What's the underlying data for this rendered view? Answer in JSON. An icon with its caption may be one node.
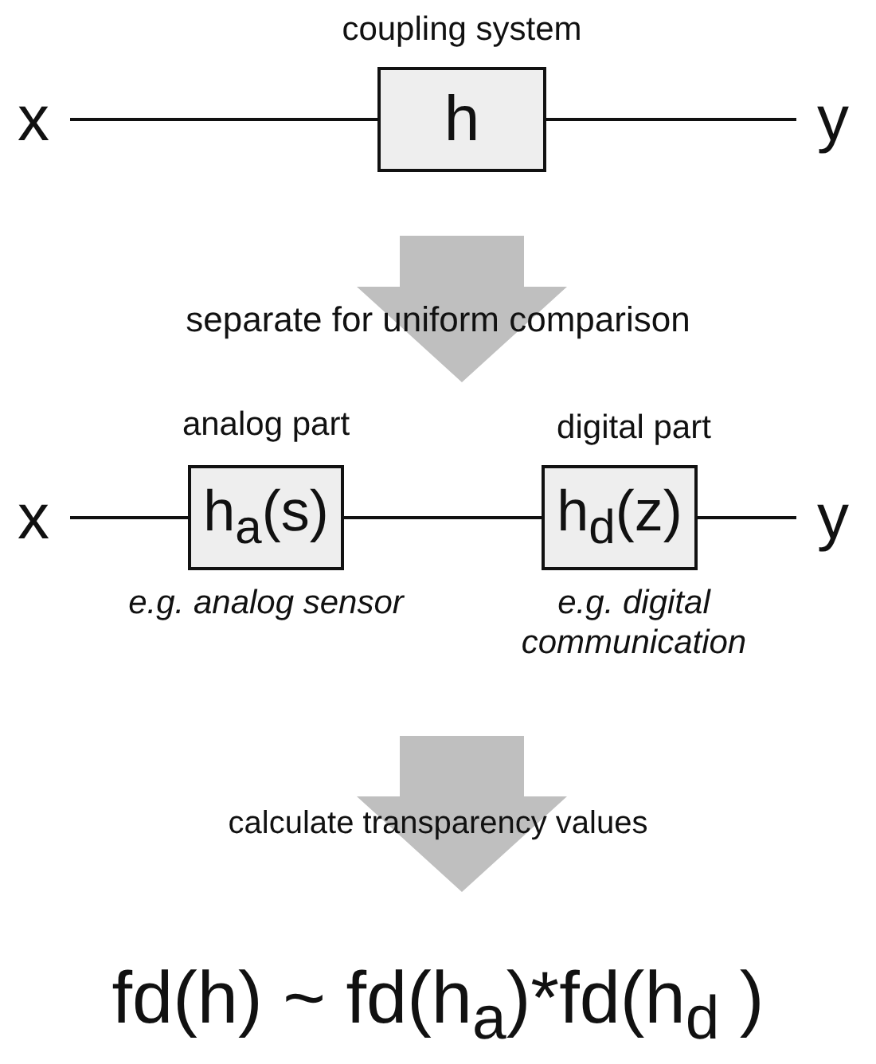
{
  "diagram": {
    "nodes": [
      {
        "text": [
          "x"
        ]
      },
      {
        "text": [
          "h"
        ],
        "beside": [
          "coupling system"
        ]
      },
      {
        "text": [
          "y"
        ]
      },
      {
        "text": [
          "x"
        ]
      },
      {
        "text": [
          "h$_{a}$(s)"
        ],
        "beside": [
          "analog part",
          "e.g. analog sensor"
        ]
      },
      {
        "text": [
          "h$_{d}$(z)"
        ],
        "beside": [
          "digital part",
          "e.g. digital communication"
        ]
      },
      {
        "text": [
          "y"
        ]
      },
      {
        "text": [
          "fd(h) ~ fd(h$_{a}$)*fd(h$_{d}$ )"
        ]
      }
    ],
    "edges": [
      {
        "from": 0,
        "to": 1,
        "arrow": "none"
      },
      {
        "from": 1,
        "to": 2,
        "arrow": "none"
      },
      {
        "from": 3,
        "to": 4,
        "arrow": "none"
      },
      {
        "from": 4,
        "to": 5,
        "arrow": "none"
      },
      {
        "from": 5,
        "to": 6,
        "arrow": "none"
      }
    ],
    "labels": [
      "separate for uniform comparison",
      "calculate transparency values"
    ]
  }
}
